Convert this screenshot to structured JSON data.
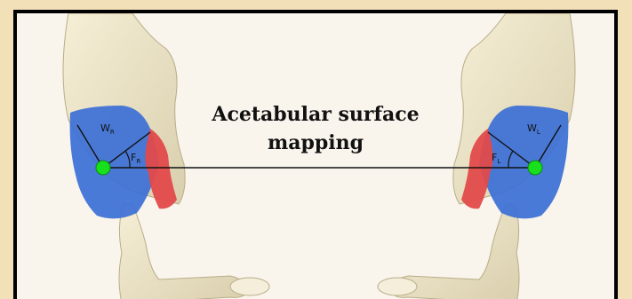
{
  "title_line1": "Acetabular surface",
  "title_line2": "mapping",
  "labels": {
    "wr_main": "W",
    "wr_sub": "R",
    "fr_main": "F",
    "fr_sub": "R",
    "wl_main": "W",
    "wl_sub": "L",
    "fl_main": "F",
    "fl_sub": "L"
  },
  "colors": {
    "background": "#f2e1b8",
    "frame_fill": "#f9f4ec",
    "bone": "#ece4c8",
    "bone_shadow": "#cfc4a4",
    "blue_region": "#3b6fd6",
    "red_region": "#e24a4a",
    "center_point": "#19e01c"
  }
}
